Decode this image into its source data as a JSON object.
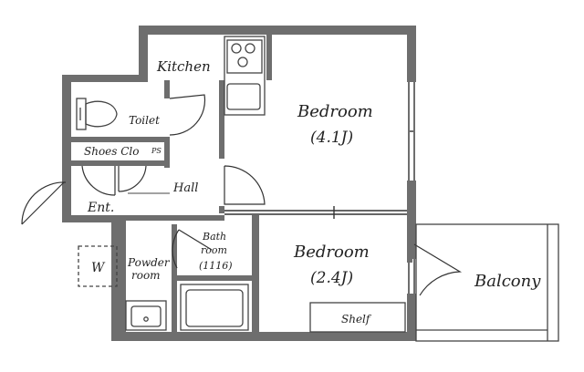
{
  "rooms": {
    "kitchen": "Kitchen",
    "toilet": "Toilet",
    "shoes_closet": "Shoes Clo",
    "ps": "PS",
    "hall": "Hall",
    "entrance": "Ent.",
    "washer": "W",
    "powder_room_line1": "Powder",
    "powder_room_line2": "room",
    "bathroom_line1": "Bath",
    "bathroom_line2": "room",
    "bathroom_size": "(1116)",
    "bedroom_large_name": "Bedroom",
    "bedroom_large_size": "(4.1J)",
    "bedroom_small_name": "Bedroom",
    "bedroom_small_size": "(2.4J)",
    "shelf": "Shelf",
    "balcony": "Balcony"
  },
  "colors": {
    "wall": "#6e6e6e",
    "line": "#333333",
    "floor": "#ffffff",
    "text": "#222222"
  }
}
